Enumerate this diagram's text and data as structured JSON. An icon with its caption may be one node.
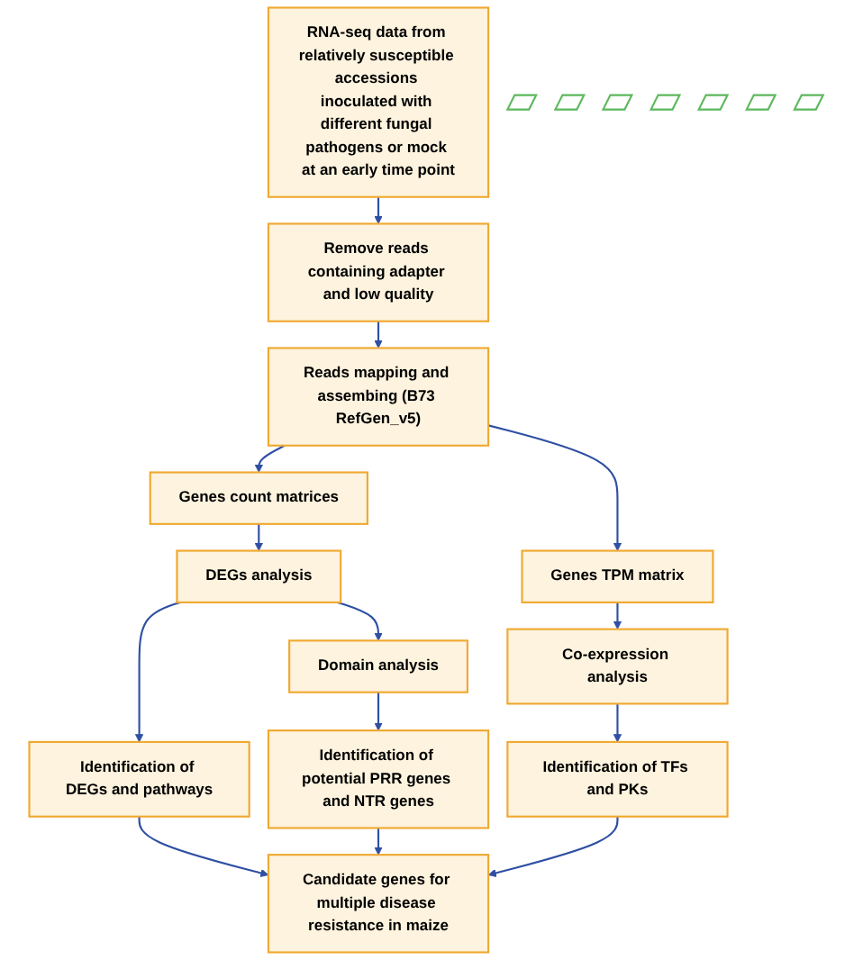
{
  "diagram": {
    "nodes": [
      {
        "text": [
          "RNA-seq data from relatively susceptible accessions inoculated with different fungal pathogens or mock at an early time point"
        ]
      },
      {
        "text": [],
        "shape": "parallelogram"
      },
      {
        "text": [
          "Remove reads containing adapter and low quality"
        ]
      },
      {
        "text": [],
        "shape": "parallelogram"
      },
      {
        "text": [
          "Reads mapping and assembing (B73 RefGen_v5)"
        ]
      },
      {
        "text": [],
        "shape": "parallelogram"
      },
      {
        "text": [],
        "shape": "parallelogram"
      },
      {
        "text": [
          "Genes count matrices"
        ]
      },
      {
        "text": [
          "Genes TPM matrix"
        ]
      },
      {
        "text": [],
        "shape": "parallelogram"
      },
      {
        "text": [],
        "shape": "parallelogram"
      },
      {
        "text": [],
        "shape": "parallelogram"
      },
      {
        "text": [
          "DEGs analysis"
        ]
      },
      {
        "text": [
          "Domain analysis"
        ]
      },
      {
        "text": [
          "Co-expression analysis"
        ]
      },
      {
        "text": [
          "Identification of DEGs and pathways"
        ]
      },
      {
        "text": [
          "Identification of potential PRR genes and NTR genes"
        ]
      },
      {
        "text": [
          "Identification of TFs and PKs"
        ]
      },
      {
        "text": [
          "Candidate genes for multiple disease resistance in maize"
        ]
      }
    ],
    "edges": [
      {
        "from": 0,
        "to": 2,
        "arrow": "to"
      },
      {
        "from": 2,
        "to": 4,
        "arrow": "to"
      },
      {
        "from": 4,
        "to": 7,
        "arrow": "to"
      },
      {
        "from": 4,
        "to": 8,
        "arrow": "to"
      },
      {
        "from": 7,
        "to": 12,
        "arrow": "to"
      },
      {
        "from": 12,
        "to": 13,
        "arrow": "to"
      },
      {
        "from": 8,
        "to": 14,
        "arrow": "to"
      },
      {
        "from": 12,
        "to": 15,
        "arrow": "to"
      },
      {
        "from": 13,
        "to": 16,
        "arrow": "to"
      },
      {
        "from": 14,
        "to": 17,
        "arrow": "to"
      },
      {
        "from": 15,
        "to": 18,
        "arrow": "to"
      },
      {
        "from": 16,
        "to": 18,
        "arrow": "to"
      },
      {
        "from": 17,
        "to": 18,
        "arrow": "to"
      }
    ]
  }
}
